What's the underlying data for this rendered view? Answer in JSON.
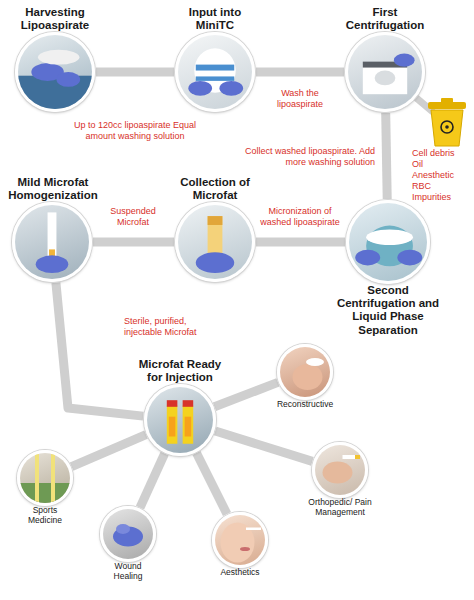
{
  "diagram": {
    "nodes": [
      {
        "text": [
          "Harvesting Lipoaspirate"
        ]
      },
      {
        "text": [
          "Input into MiniTC"
        ]
      },
      {
        "text": [
          "First Centrifugation"
        ]
      },
      {
        "text": [
          "Second Centrifugation and Liquid Phase Separation"
        ]
      },
      {
        "text": [
          "Collection of Microfat"
        ]
      },
      {
        "text": [
          "Mild Microfat Homogenization"
        ]
      },
      {
        "text": [
          "Microfat Ready for Injection"
        ]
      },
      {
        "text": [
          "Reconstructive"
        ]
      },
      {
        "text": [
          "Orthopedic/ Pain Management"
        ]
      },
      {
        "text": [
          "Aesthetics"
        ]
      },
      {
        "text": [
          "Wound Healing"
        ]
      },
      {
        "text": [
          "Sports Medicine"
        ]
      }
    ],
    "edges": [
      {
        "from": 0,
        "to": 1,
        "arrow": "none",
        "label": "Up to 120cc lipoaspirate Equal amount washing solution"
      },
      {
        "from": 1,
        "to": 2,
        "arrow": "none",
        "label": "Wash the lipoaspirate"
      },
      {
        "from": 2,
        "to": 3,
        "arrow": "none",
        "label": "Collect washed lipoaspirate. Add more washing solution"
      },
      {
        "from": 3,
        "to": 4,
        "arrow": "none",
        "label": "Micronization of washed lipoaspirate"
      },
      {
        "from": 4,
        "to": 5,
        "arrow": "none",
        "label": "Suspended Microfat"
      },
      {
        "from": 5,
        "to": 6,
        "arrow": "none",
        "label": "Sterile, purified, injectable Microfat"
      },
      {
        "from": 6,
        "to": 7,
        "arrow": "none"
      },
      {
        "from": 6,
        "to": 8,
        "arrow": "none"
      },
      {
        "from": 6,
        "to": 9,
        "arrow": "none"
      },
      {
        "from": 6,
        "to": 10,
        "arrow": "none"
      },
      {
        "from": 6,
        "to": 11,
        "arrow": "none"
      }
    ],
    "labels": [
      "Cell debris Oil Anesthetic RBC Impurities"
    ]
  }
}
